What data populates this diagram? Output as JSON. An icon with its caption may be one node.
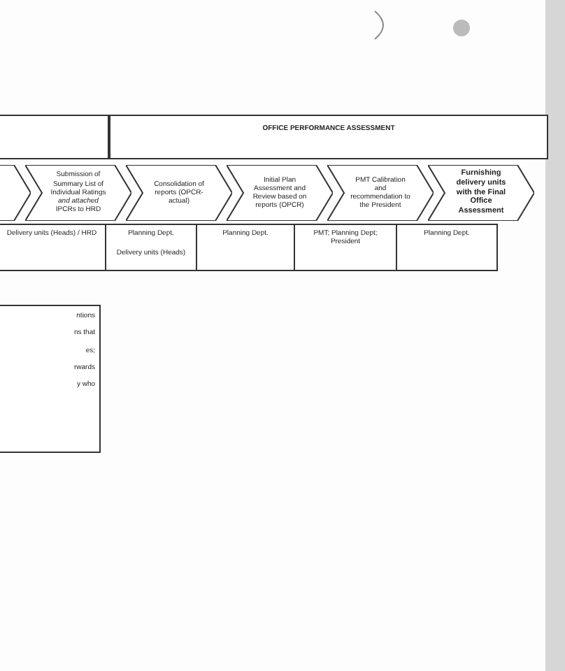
{
  "diagram": {
    "nodes": [
      {
        "text": [],
        "shape": "box"
      },
      {
        "text": [
          "OFFICE PERFORMANCE ASSESSMENT"
        ]
      },
      {
        "text": [],
        "shape": "chevron"
      },
      {
        "text": [
          "Submission of Summary List of Individual Ratings *and attached* IPCRs to HRD"
        ]
      },
      {
        "text": [
          "Consolidation of reports (OPCR-actual)"
        ]
      },
      {
        "text": [
          "Initial Plan Assessment and Review based on reports (OPCR)"
        ]
      },
      {
        "text": [
          "PMT Calibration and recommendation to the President"
        ]
      },
      {
        "text": [
          "Furnishing delivery units with the Final Office Assessment"
        ]
      },
      {
        "text": [
          "Delivery units (Heads) / HRD"
        ]
      },
      {
        "text": [
          "Planning Dept.",
          "Delivery units (Heads)"
        ]
      },
      {
        "text": [
          "Planning Dept."
        ]
      },
      {
        "text": [
          "PMT; Planning Dept; President"
        ]
      },
      {
        "text": [
          "Planning Dept."
        ]
      },
      {
        "text": [
          "ntions",
          "ns that",
          "es;",
          "rwards",
          "y who"
        ]
      }
    ]
  }
}
